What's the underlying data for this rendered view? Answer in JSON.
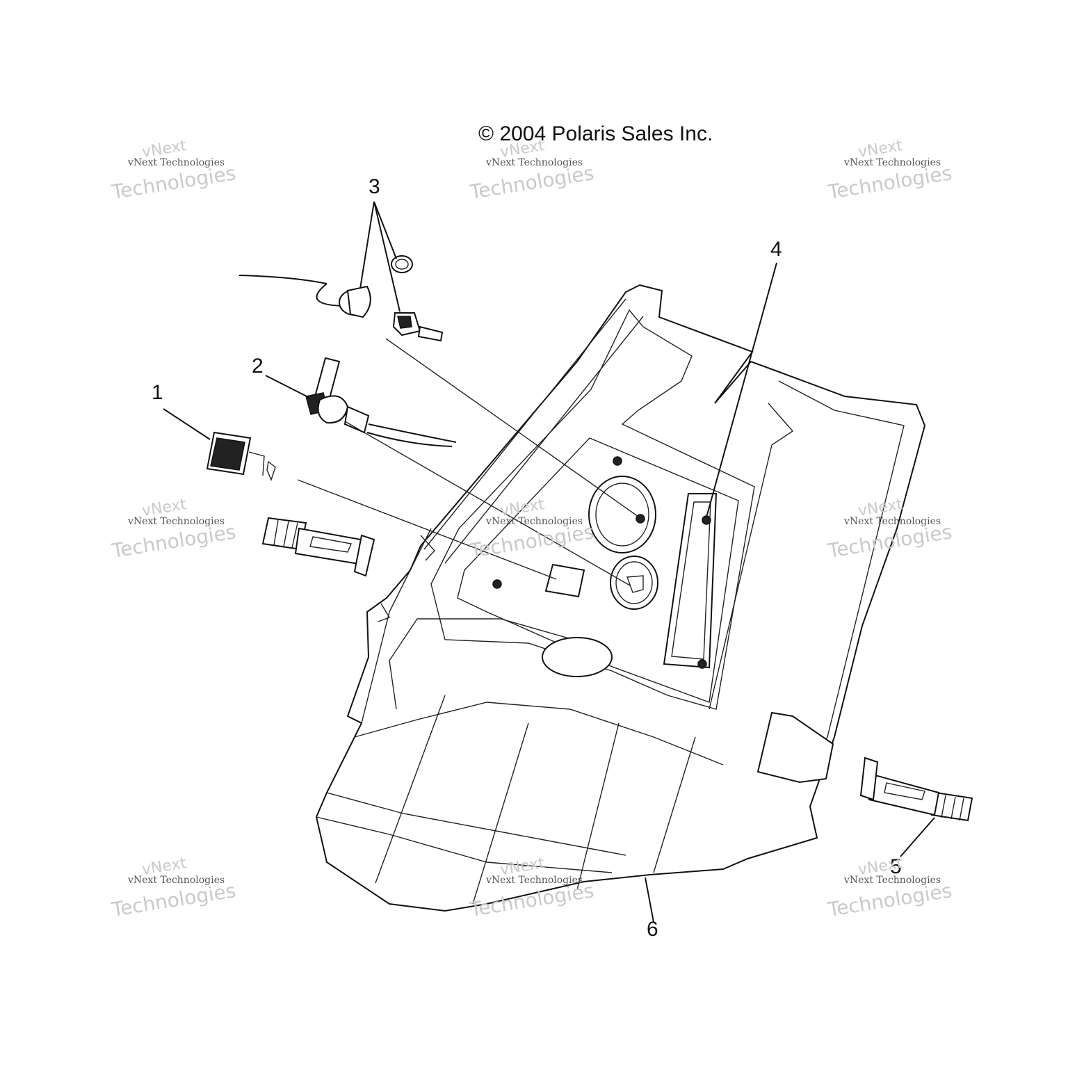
{
  "copyright": "© 2004 Polaris Sales Inc.",
  "watermark": {
    "line1": "vNext",
    "line2": "vNext Technologies",
    "line3": "Technologies"
  },
  "callouts": [
    "1",
    "2",
    "3",
    "4",
    "5",
    "6"
  ]
}
